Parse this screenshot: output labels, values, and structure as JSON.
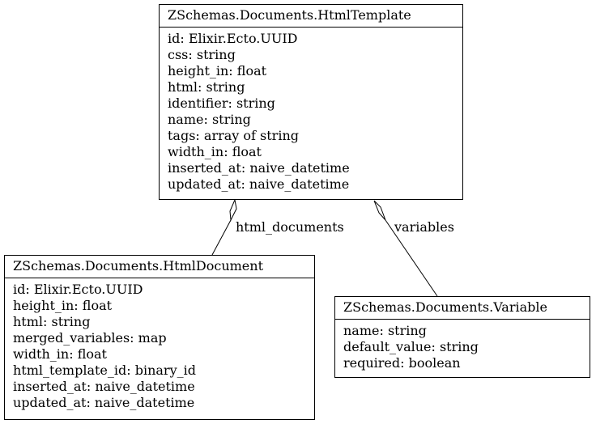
{
  "entities": {
    "html_template": {
      "title": "ZSchemas.Documents.HtmlTemplate",
      "fields": [
        "id: Elixir.Ecto.UUID",
        "css: string",
        "height_in: float",
        "html: string",
        "identifier: string",
        "name: string",
        "tags: array of string",
        "width_in: float",
        "inserted_at: naive_datetime",
        "updated_at: naive_datetime"
      ]
    },
    "html_document": {
      "title": "ZSchemas.Documents.HtmlDocument",
      "fields": [
        "id: Elixir.Ecto.UUID",
        "height_in: float",
        "html: string",
        "merged_variables: map",
        "width_in: float",
        "html_template_id: binary_id",
        "inserted_at: naive_datetime",
        "updated_at: naive_datetime"
      ]
    },
    "variable": {
      "title": "ZSchemas.Documents.Variable",
      "fields": [
        "name: string",
        "default_value: string",
        "required: boolean"
      ]
    }
  },
  "relations": {
    "html_documents": "html_documents",
    "variables": "variables"
  }
}
